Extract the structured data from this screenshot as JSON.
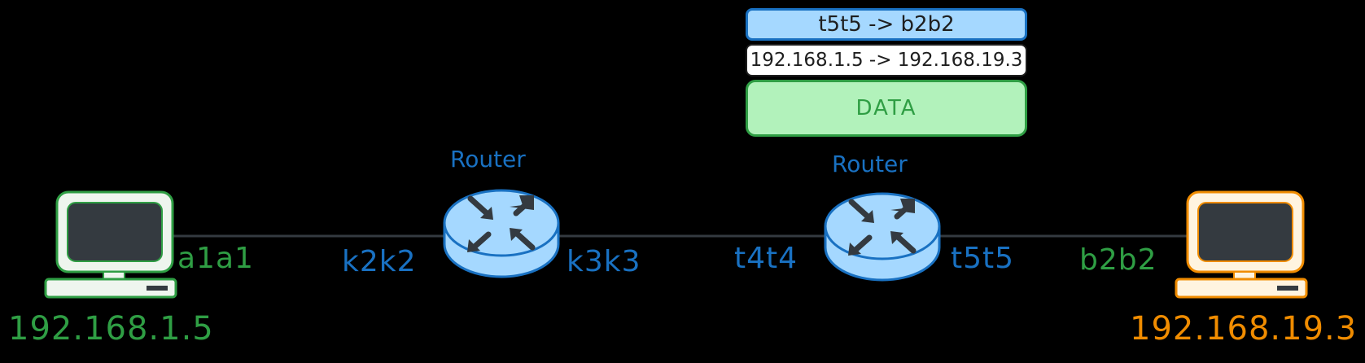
{
  "packet": {
    "link_header": "t5t5 -> b2b2",
    "ip_header": "192.168.1.5 -> 192.168.19.3",
    "payload": "DATA"
  },
  "hosts": {
    "left": {
      "ip": "192.168.1.5",
      "mac": "a1a1",
      "color": "#2f9e44"
    },
    "right": {
      "ip": "192.168.19.3",
      "mac": "b2b2",
      "color": "#f08c00"
    }
  },
  "routers": [
    {
      "label": "Router",
      "left_mac": "k2k2",
      "right_mac": "k3k3"
    },
    {
      "label": "Router",
      "left_mac": "t4t4",
      "right_mac": "t5t5"
    }
  ],
  "colors": {
    "router": "#1971c2",
    "link": "#343a40",
    "background": "#000000"
  }
}
